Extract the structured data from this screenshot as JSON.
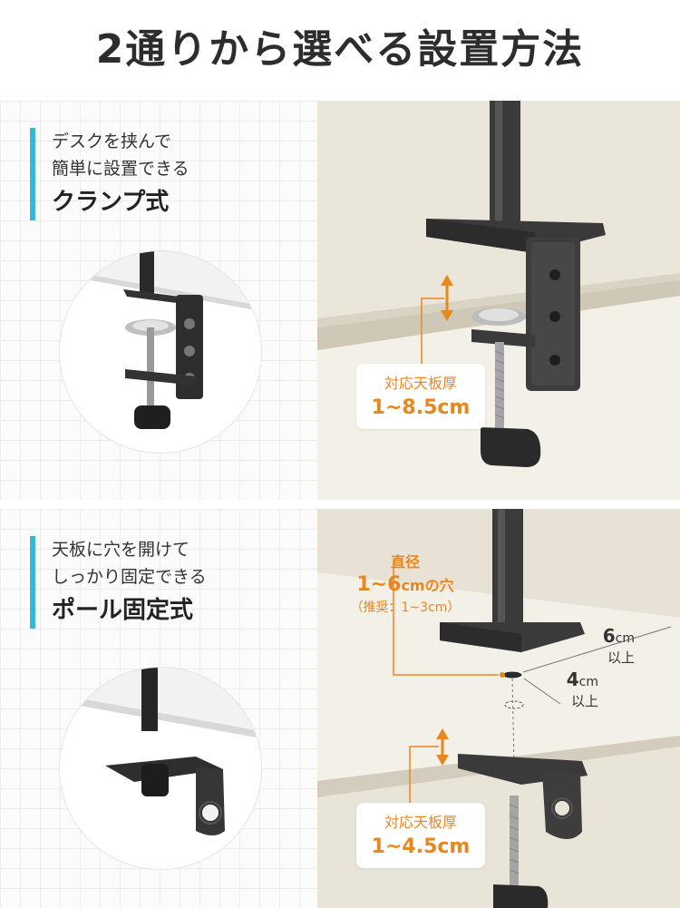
{
  "title": "2通りから選べる設置方法",
  "clamp": {
    "line1": "デスクを挟んで",
    "line2": "簡単に設置できる",
    "method": "クランプ式",
    "thickness_label": "対応天板厚",
    "thickness_value": "1~8.5cm"
  },
  "pole": {
    "line1": "天板に穴を開けて",
    "line2": "しっかり固定できる",
    "method": "ポール固定式",
    "hole_title": "直径",
    "hole_value": "1~6",
    "hole_unit": "cmの穴",
    "hole_recommend": "（推奨：1~3cm）",
    "dim1_value": "6",
    "dim1_unit": "cm",
    "dim1_sub": "以上",
    "dim2_value": "4",
    "dim2_unit": "cm",
    "dim2_sub": "以上",
    "thickness_label": "対応天板厚",
    "thickness_value": "1~4.5cm"
  },
  "colors": {
    "accent_bar": "#3ab7d5",
    "orange": "#e8871e",
    "metal": "#3a3a3a",
    "wall": "#e6e1d4"
  }
}
